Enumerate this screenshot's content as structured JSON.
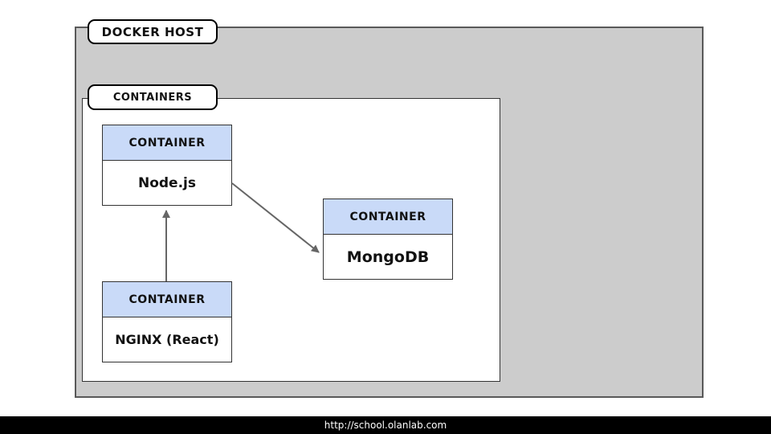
{
  "diagram": {
    "host_label": "DOCKER HOST",
    "containers_label": "CONTAINERS",
    "containers": [
      {
        "header": "CONTAINER",
        "name": "Node.js"
      },
      {
        "header": "CONTAINER",
        "name": "MongoDB"
      },
      {
        "header": "CONTAINER",
        "name": "NGINX (React)"
      }
    ],
    "connections": [
      {
        "from": "NGINX (React)",
        "to": "Node.js"
      },
      {
        "from": "Node.js",
        "to": "MongoDB"
      }
    ],
    "colors": {
      "host_fill": "#cccccc",
      "host_border": "#595959",
      "container_header_fill": "#c9daf8",
      "box_border": "#333333",
      "arrow": "#666666",
      "footer_bg": "#000000",
      "footer_text": "#ffffff"
    }
  },
  "footer": {
    "url": "http://school.olanlab.com"
  }
}
